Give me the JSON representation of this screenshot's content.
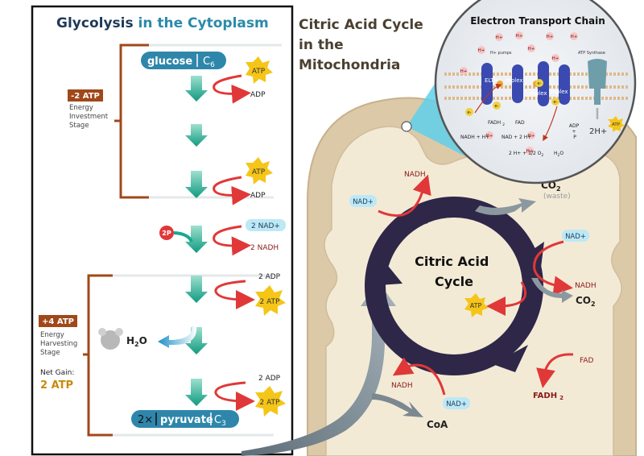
{
  "glycolysis": {
    "title_part1": "Glycolysis",
    "title_part2": " in the Cytoplasm",
    "glucose": "glucose",
    "glucose_formula": "C",
    "glucose_sub": "6",
    "atp": "ATP",
    "adp": "ADP",
    "investment_badge": "-2 ATP",
    "investment_label": [
      "Energy",
      "Investment",
      "Stage"
    ],
    "phosphate": "2P",
    "nad_in": "2 NAD+",
    "nadh_out": "2 NADH",
    "adp2": "2 ADP",
    "atp2": "2 ATP",
    "harvest_badge": "+4 ATP",
    "harvest_label": [
      "Energy",
      "Harvesting",
      "Stage"
    ],
    "net_gain_label": "Net Gain:",
    "net_gain_value": "2 ATP",
    "water": "H",
    "water_sub": "2",
    "water_o": "O",
    "pyruvate_count": "2×",
    "pyruvate": "pyruvate",
    "pyruvate_formula": "C",
    "pyruvate_sub": "3"
  },
  "citric": {
    "heading_lines": [
      "Citric Acid Cycle",
      "in the",
      "Mitochondria"
    ],
    "cycle_label_lines": [
      "Citric Acid",
      "Cycle"
    ],
    "nadh": "NADH",
    "nad": "NAD+",
    "co2": "CO",
    "co2_sub": "2",
    "waste": "(waste)",
    "atp": "ATP",
    "fad": "FAD",
    "fadh": "FADH",
    "fadh_sub": "2",
    "coa": "CoA"
  },
  "etc": {
    "title": "Electron Transport Chain",
    "h_plus": "H+",
    "pumps": "H+ pumps",
    "atp_synthase": "ATP Synthase",
    "fadh2": "FADH",
    "fadh2_sub": "2",
    "fad": "FAD",
    "nadh_eq": "NADH + H+",
    "nad_eq": "NAD + 2 H+",
    "water_eq": "2 H+ + 1/2 O",
    "water_eq_sub": "2",
    "water_prod": "H",
    "water_prod_sub": "2",
    "water_prod_o": "O",
    "adp_pi": [
      "ADP",
      "+",
      "P"
    ],
    "two_h": "2H+",
    "atp": "ATP",
    "electron": "e-",
    "complex_labels": [
      "ELTH",
      "mplex",
      "mplex",
      "mplex"
    ]
  },
  "colors": {
    "title_dark": "#1e3a5a",
    "title_accent": "#2a8aaa",
    "bracket": "#a0481a",
    "badge": "#a0481a",
    "cycle": "#2e2748",
    "arrow_red": "#e03838",
    "arrow_teal": "#1aa890",
    "mito_outer": "#dcc9a8",
    "mito_inner": "#f3ead6",
    "atp_star": "#f5c518",
    "nad_bubble": "#bde8f5",
    "gray_arrow": "#8c98a0"
  }
}
